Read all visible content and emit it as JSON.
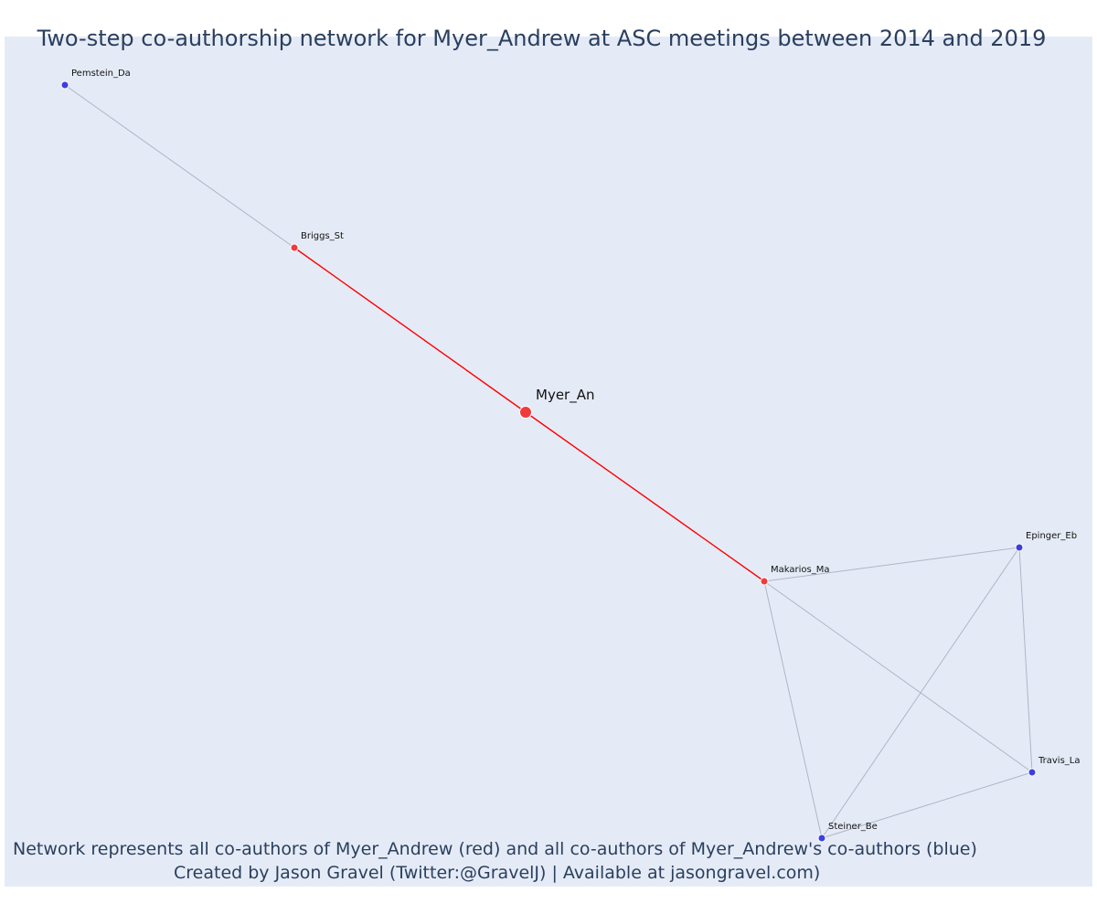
{
  "title": "Two-step co-authorship network for Myer_Andrew at ASC meetings between 2014 and 2019",
  "footer": {
    "line1": "Network represents all co-authors of Myer_Andrew (red) and all co-authors of Myer_Andrew's co-authors (blue)",
    "line2": "Created by Jason Gravel (Twitter:@GravelJ) | Available at jasongravel.com)"
  },
  "colors": {
    "background": "#e5ebf6",
    "title": "#2a3f5f",
    "coauthor": "#ef3b3b",
    "second_step": "#3c3fe0",
    "edge_primary": "#ff0000",
    "edge_secondary": "#b0b4c8"
  },
  "nodes": [
    {
      "id": "myer",
      "label": "Myer_An",
      "group": "focal"
    },
    {
      "id": "briggs",
      "label": "Briggs_St",
      "group": "coauthor"
    },
    {
      "id": "makarios",
      "label": "Makarios_Ma",
      "group": "coauthor"
    },
    {
      "id": "pemstein",
      "label": "Pemstein_Da",
      "group": "second_step"
    },
    {
      "id": "epinger",
      "label": "Epinger_Eb",
      "group": "second_step"
    },
    {
      "id": "travis",
      "label": "Travis_La",
      "group": "second_step"
    },
    {
      "id": "steiner",
      "label": "Steiner_Be",
      "group": "second_step"
    }
  ],
  "edges": [
    {
      "source": "pemstein",
      "target": "briggs",
      "type": "secondary"
    },
    {
      "source": "briggs",
      "target": "myer",
      "type": "primary"
    },
    {
      "source": "myer",
      "target": "makarios",
      "type": "primary"
    },
    {
      "source": "makarios",
      "target": "epinger",
      "type": "secondary"
    },
    {
      "source": "makarios",
      "target": "travis",
      "type": "secondary"
    },
    {
      "source": "makarios",
      "target": "steiner",
      "type": "secondary"
    },
    {
      "source": "epinger",
      "target": "travis",
      "type": "secondary"
    },
    {
      "source": "epinger",
      "target": "steiner",
      "type": "secondary"
    },
    {
      "source": "travis",
      "target": "steiner",
      "type": "secondary"
    }
  ]
}
